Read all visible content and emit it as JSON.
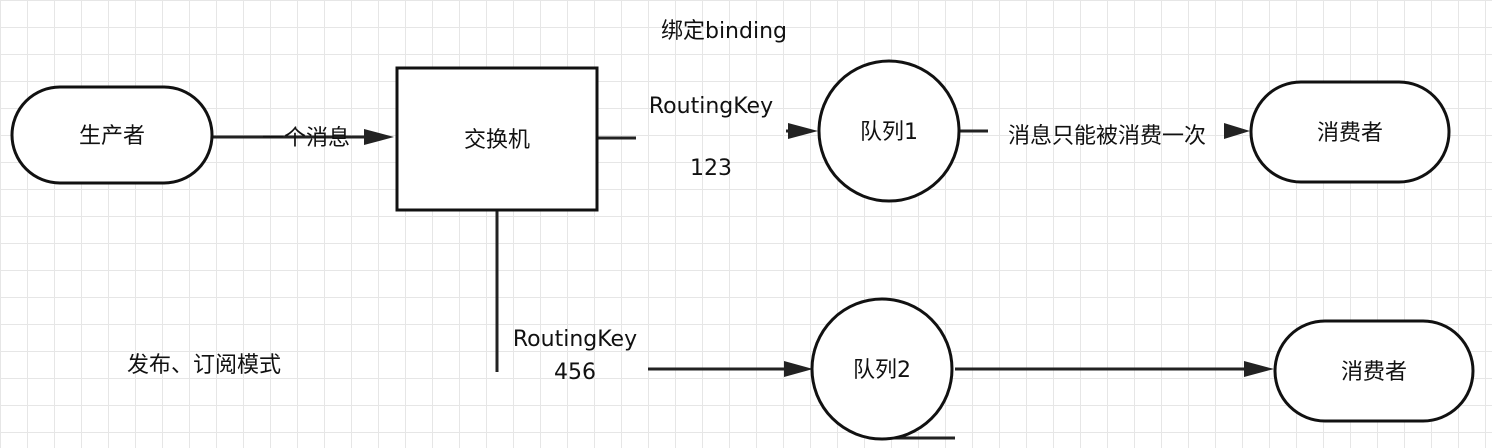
{
  "nodes": {
    "producer": {
      "label": "生产者"
    },
    "exchange": {
      "label": "交换机"
    },
    "queue1": {
      "label": "队列1"
    },
    "queue2": {
      "label": "队列2"
    },
    "consumer1": {
      "label": "消费者"
    },
    "consumer2": {
      "label": "消费者"
    }
  },
  "edges": {
    "producer_exchange": {
      "label": "一个消息"
    },
    "binding_title": "绑定binding",
    "routing_key_1": {
      "name": "RoutingKey",
      "value": "123"
    },
    "routing_key_2": {
      "name": "RoutingKey",
      "value": "456"
    },
    "queue1_consumer1": {
      "label": "消息只能被消费一次"
    }
  },
  "caption": "发布、订阅模式"
}
